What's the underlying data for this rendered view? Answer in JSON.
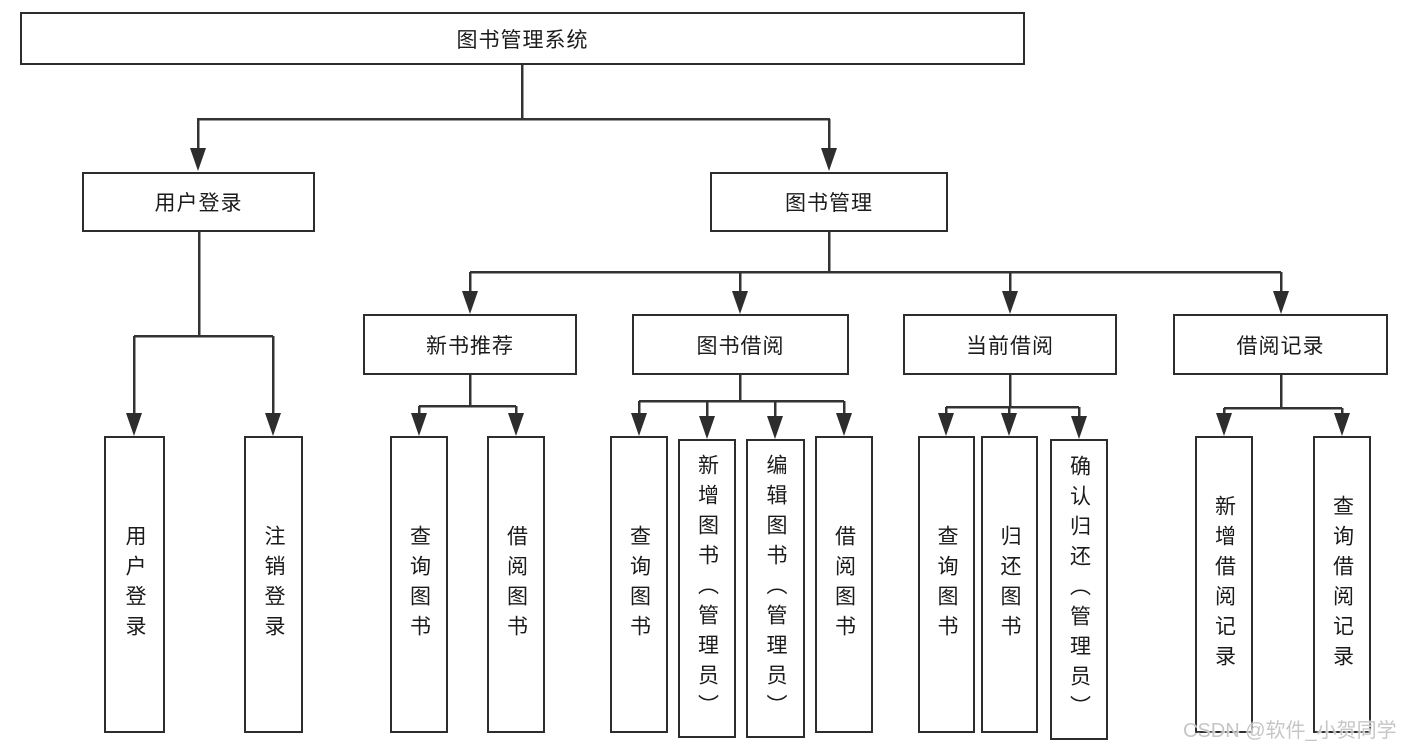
{
  "nodes": {
    "root": "图书管理系统",
    "user_login": "用户登录",
    "book_management": "图书管理",
    "new_book_recommend": "新书推荐",
    "book_borrow": "图书借阅",
    "current_borrow": "当前借阅",
    "borrow_records": "借阅记录",
    "user_login_children": [
      "用户登录",
      "注销登录"
    ],
    "new_book_children": [
      "查询图书",
      "借阅图书"
    ],
    "book_borrow_children": [
      "查询图书",
      "新增图书（管理员）",
      "编辑图书（管理员）",
      "借阅图书"
    ],
    "current_borrow_children": [
      "查询图书",
      "归还图书",
      "确认归还（管理员）"
    ],
    "borrow_records_children": [
      "新增借阅记录",
      "查询借阅记录"
    ]
  },
  "watermark": "CSDN @软件_小贺同学",
  "colors": {
    "line": "#333333",
    "box_border": "#2d2d2d",
    "box_background": "#ffffff",
    "text": "#1b1b1b",
    "watermark": "#c6c6c6"
  }
}
